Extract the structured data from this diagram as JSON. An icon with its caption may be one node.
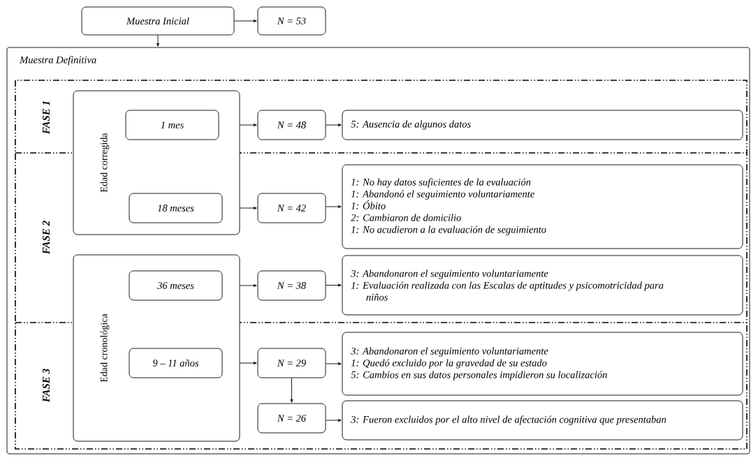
{
  "diagram": {
    "nodes": [
      {
        "text": [
          "Muestra Inicial"
        ]
      },
      {
        "text": [
          "N = 53"
        ]
      },
      {
        "text": [
          "Muestra Definitiva"
        ]
      },
      {
        "text": [
          "Edad corregida"
        ],
        "in": 2
      },
      {
        "text": [
          "1 mes"
        ],
        "in": 3
      },
      {
        "text": [
          "18 meses"
        ],
        "in": 3
      },
      {
        "text": [
          "Edad cronológica"
        ],
        "in": 2
      },
      {
        "text": [
          "36 meses"
        ],
        "in": 6
      },
      {
        "text": [
          "9 – 11 años"
        ],
        "in": 6
      },
      {
        "text": [
          "N = 48"
        ],
        "in": 2
      },
      {
        "text": [
          "5: Ausencia de algunos datos"
        ],
        "in": 2
      },
      {
        "text": [
          "N = 42"
        ],
        "in": 2
      },
      {
        "text": [
          "1: No hay datos suficientes de la evaluación",
          "1: Abandonó el seguimiento voluntariamente",
          "1: Óbito",
          "2: Cambiaron de domicilio",
          "1: No acudieron a la evaluación de seguimiento"
        ],
        "in": 2
      },
      {
        "text": [
          "N = 38"
        ],
        "in": 2
      },
      {
        "text": [
          "3: Abandonaron el seguimiento voluntariamente",
          "1: Evaluación realizada con las Escalas de aptitudes y psicomotricidad para niños"
        ],
        "in": 2
      },
      {
        "text": [
          "N = 29"
        ],
        "in": 2
      },
      {
        "text": [
          "3: Abandonaron el seguimiento voluntariamente",
          "1: Quedó excluido por la gravedad de su estado",
          "5: Cambios en sus datos personales impidieron su localización"
        ],
        "in": 2
      },
      {
        "text": [
          "N = 26"
        ],
        "in": 2
      },
      {
        "text": [
          "3: Fueron excluidos por el alto nivel de afectación cognitiva que presentaban"
        ],
        "in": 2
      }
    ],
    "edges": [
      {
        "from": 0,
        "to": 1,
        "arrow": "to"
      },
      {
        "from": 0,
        "to": 2,
        "arrow": "to"
      },
      {
        "from": 3,
        "to": 9,
        "arrow": "to"
      },
      {
        "from": 9,
        "to": 10,
        "arrow": "to"
      },
      {
        "from": 3,
        "to": 11,
        "arrow": "to"
      },
      {
        "from": 11,
        "to": 12,
        "arrow": "to"
      },
      {
        "from": 6,
        "to": 13,
        "arrow": "to"
      },
      {
        "from": 13,
        "to": 14,
        "arrow": "to"
      },
      {
        "from": 6,
        "to": 15,
        "arrow": "to"
      },
      {
        "from": 15,
        "to": 16,
        "arrow": "to"
      },
      {
        "from": 15,
        "to": 17,
        "arrow": "to"
      },
      {
        "from": 17,
        "to": 18,
        "arrow": "to"
      }
    ],
    "labels": [
      "FASE 1",
      "FASE 2",
      "FASE 3"
    ]
  }
}
